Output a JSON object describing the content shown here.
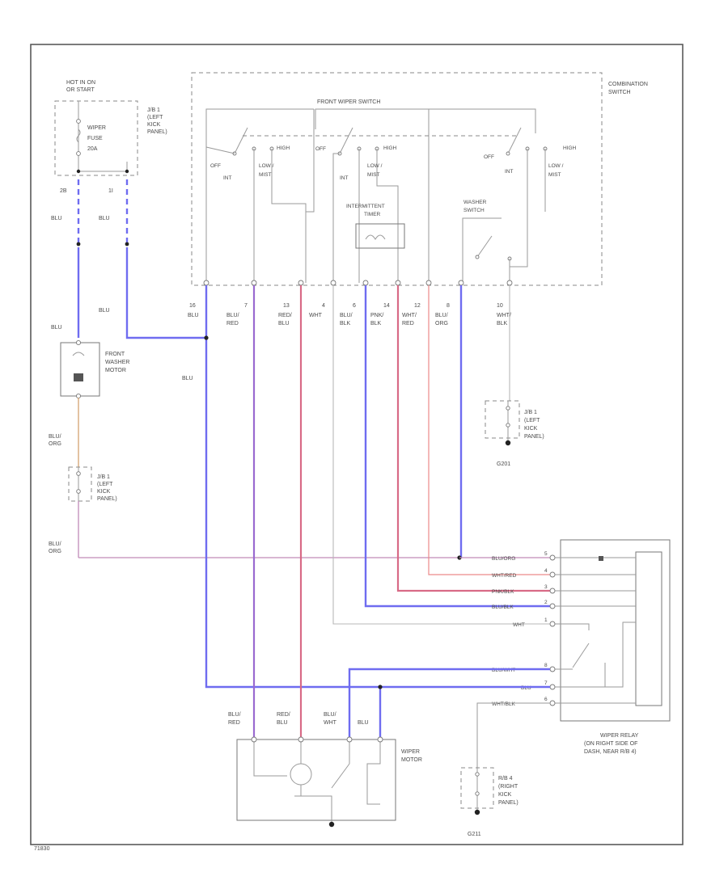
{
  "labels": {
    "hot_in_on": "HOT IN ON",
    "or_start": "OR START",
    "jb1_a": "J/B 1",
    "left_kick": "(LEFT",
    "kick": "KICK",
    "panel": "PANEL)",
    "wiper_fuse_1": "WIPER",
    "wiper_fuse_2": "FUSE",
    "wiper_fuse_3": "20A",
    "pin_2b": "2B",
    "pin_1i": "1I",
    "combination_1": "COMBINATION",
    "combination_2": "SWITCH",
    "front_wiper_switch": "FRONT WIPER SWITCH",
    "off": "OFF",
    "int": "INT",
    "low_mist": "LOW /",
    "mist": "MIST",
    "high": "HIGH",
    "intermittent_1": "INTERMITTENT",
    "intermittent_2": "TIMER",
    "washer_switch_1": "WASHER",
    "washer_switch_2": "SWITCH",
    "front_washer_1": "FRONT",
    "front_washer_2": "WASHER",
    "front_washer_3": "MOTOR",
    "ground_g201": "G201",
    "ground_g211": "G211",
    "rb4": "R/B 4",
    "right": "(RIGHT",
    "wiper_relay_1": "WIPER RELAY",
    "wiper_relay_2": "(ON RIGHT SIDE OF",
    "wiper_relay_3": "DASH, NEAR R/B 4)",
    "wiper_motor_1": "WIPER",
    "wiper_motor_2": "MOTOR",
    "footer_code": "71830"
  },
  "wire_colors": {
    "blu": "BLU",
    "blu_red": [
      "BLU/",
      "RED"
    ],
    "red_blu": [
      "RED/",
      "BLU"
    ],
    "wht": "WHT",
    "blu_blk": [
      "BLU/",
      "BLK"
    ],
    "pnk_blk": [
      "PNK/",
      "BLK"
    ],
    "wht_red": [
      "WHT/",
      "RED"
    ],
    "blu_org": [
      "BLU/",
      "ORG"
    ],
    "wht_blk": [
      "WHT/",
      "BLK"
    ],
    "blu_wht": [
      "BLU/",
      "WHT"
    ]
  },
  "switch_pins": [
    "16",
    "7",
    "13",
    "4",
    "6",
    "14",
    "12",
    "8",
    "10"
  ],
  "relay_rows": [
    {
      "label": "BLU/ORG",
      "pin": "5"
    },
    {
      "label": "WHT/RED",
      "pin": "4"
    },
    {
      "label": "PNK/BLK",
      "pin": "3"
    },
    {
      "label": "BLU/BLK",
      "pin": "2"
    },
    {
      "label": "WHT",
      "pin": "1"
    },
    {
      "label": "BLU/WHT",
      "pin": "8"
    },
    {
      "label": "BLU",
      "pin": "7"
    },
    {
      "label": "WHT/BLK",
      "pin": "6"
    }
  ],
  "colors": {
    "blue_wire": "#6f6cf0",
    "red_wire": "#d86a86",
    "purple_wire": "#9a6ad0",
    "orange_wire": "#d4a070",
    "grey_wire": "#9a9a9a"
  }
}
